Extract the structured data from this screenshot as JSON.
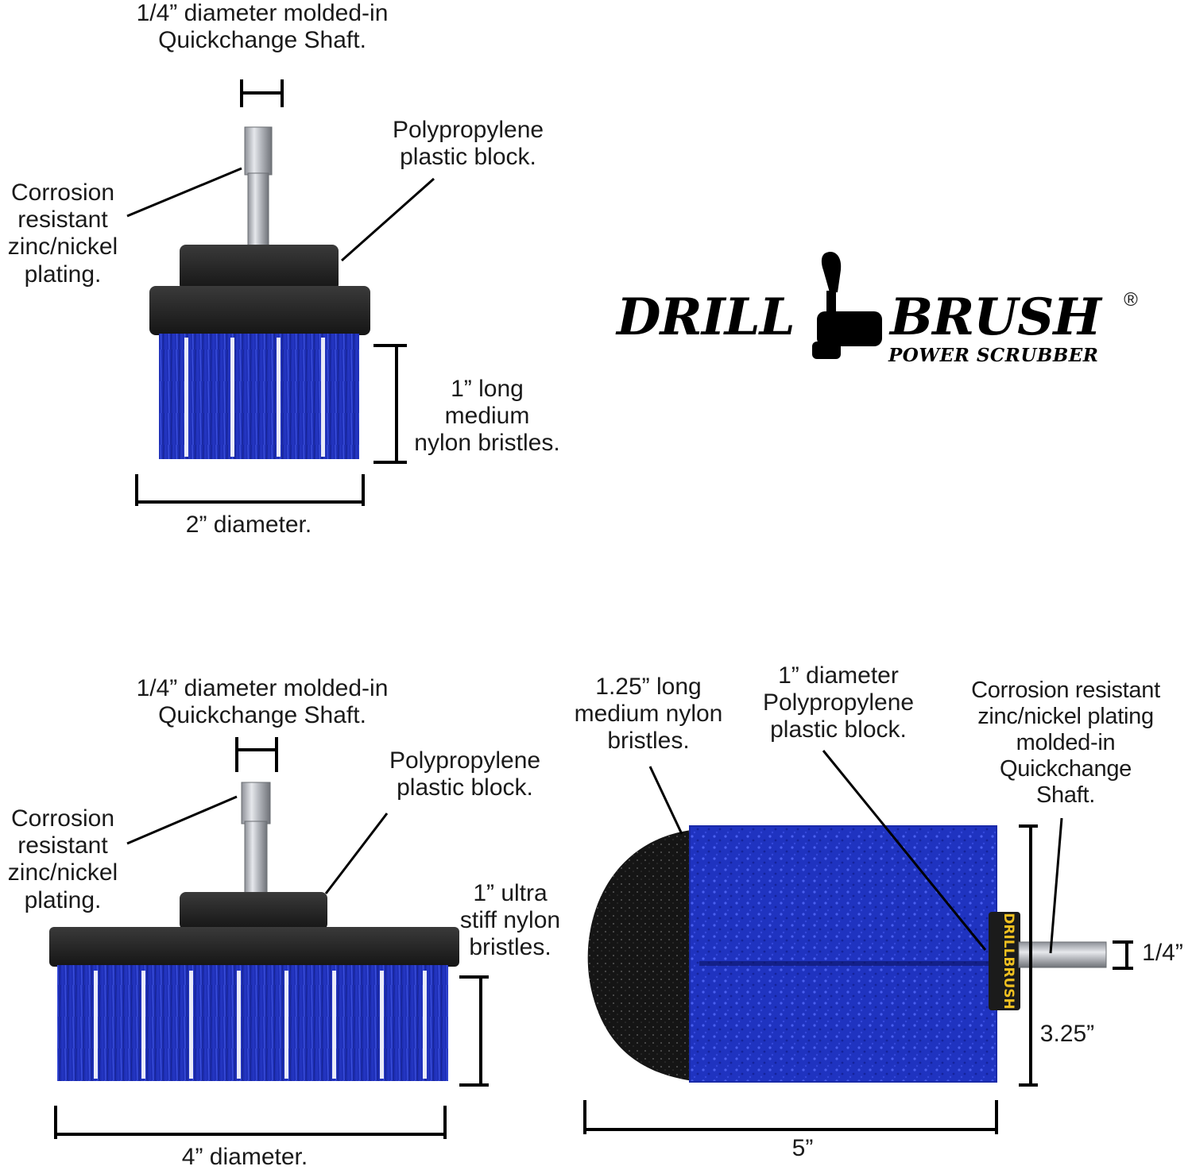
{
  "brand": {
    "word_left": "DRILL",
    "word_right": "BRUSH",
    "tagline": "POWER SCRUBBER",
    "registered_mark": "®",
    "handle_text": "DRILLBRUSH"
  },
  "colors": {
    "bristle_blue": "#1d2fb5",
    "block_black": "#1f1f1f",
    "shaft_silver": "#b9bcc2",
    "text": "#1a1a1a"
  },
  "brush_small": {
    "shaft_label": "1/4” diameter molded-in\nQuickchange Shaft.",
    "block_label": "Polypropylene\nplastic block.",
    "plating_label": "Corrosion\nresistant\nzinc/nickel\nplating.",
    "bristle_label": "1” long\nmedium\nnylon bristles.",
    "diameter_label": "2” diameter."
  },
  "brush_large": {
    "shaft_label": "1/4” diameter molded-in\nQuickchange Shaft.",
    "block_label": "Polypropylene\nplastic block.",
    "plating_label": "Corrosion\nresistant\nzinc/nickel\nplating.",
    "bristle_label": "1” ultra\nstiff nylon\nbristles.",
    "diameter_label": "4” diameter."
  },
  "brush_cone": {
    "bristle_label": "1.25” long\nmedium nylon\nbristles.",
    "block_label": "1” diameter\nPolypropylene\nplastic block.",
    "plating_label": "Corrosion resistant\nzinc/nickel plating\nmolded-in\nQuickchange\nShaft.",
    "shaft_dim": "1/4”",
    "height_dim": "3.25”",
    "length_dim": "5”"
  }
}
